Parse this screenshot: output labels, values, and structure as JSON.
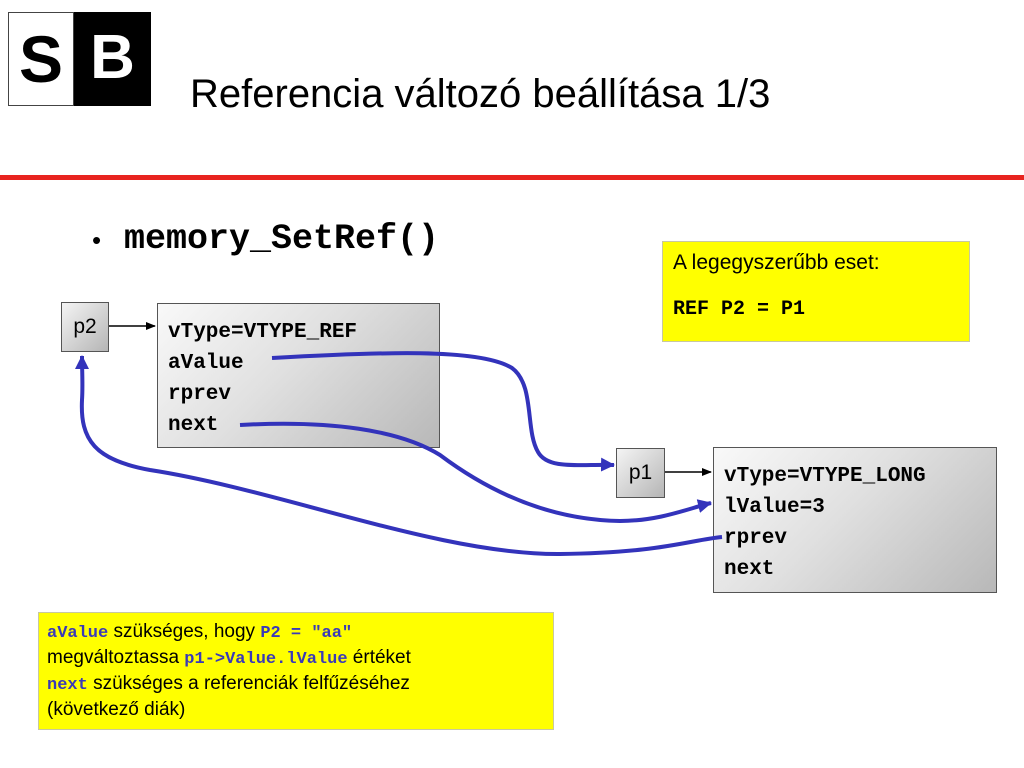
{
  "logo": {
    "left_letter": "S",
    "right_letter": "B"
  },
  "title": "Referencia változó beállítása 1/3",
  "bullet": {
    "symbol": "•",
    "function_name": "memory_SetRef()"
  },
  "note_top": {
    "line1": "A legegyszerűbb eset:",
    "line2": "REF P2 = P1"
  },
  "pointers": {
    "p2": "p2",
    "p1": "p1"
  },
  "object_ref": {
    "fields": [
      "vType=VTYPE_REF",
      "aValue",
      "rprev",
      "next"
    ]
  },
  "object_long": {
    "fields": [
      "vType=VTYPE_LONG",
      "lValue=3",
      "rprev",
      "next"
    ]
  },
  "note_bottom": {
    "line1": {
      "code": "aValue",
      "text": " szükséges, hogy ",
      "code2": "P2 = ″aa″"
    },
    "line2": {
      "text": "megváltoztassa ",
      "code": "p1->Value.lValue",
      "text2": " értéket"
    },
    "line3": {
      "code": "next",
      "text": " szükséges a referenciák felfűzéséhez"
    },
    "line4": {
      "text": "(következő diák)"
    }
  },
  "colors": {
    "rule": "#e8231f",
    "arrow_blue": "#3333bb",
    "note_bg": "#ffff00",
    "code_blue": "#3a3ab8"
  }
}
